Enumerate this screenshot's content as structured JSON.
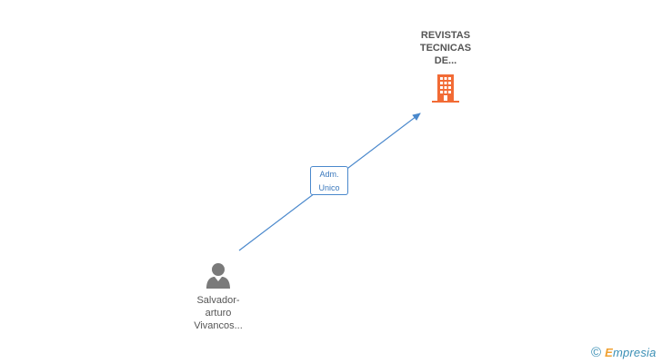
{
  "company": {
    "name": "REVISTAS\nTECNICAS\nDE...",
    "icon": "building-icon",
    "color": "#f26b35"
  },
  "person": {
    "name": "Salvador-\narturo\nVivancos...",
    "icon": "person-icon",
    "color": "#7a7a7a"
  },
  "relation": {
    "label": "Adm.\nUnico",
    "color": "#4a88cc"
  },
  "watermark": {
    "copyright_symbol": "©",
    "brand_first": "E",
    "brand_rest": "mpresia"
  }
}
